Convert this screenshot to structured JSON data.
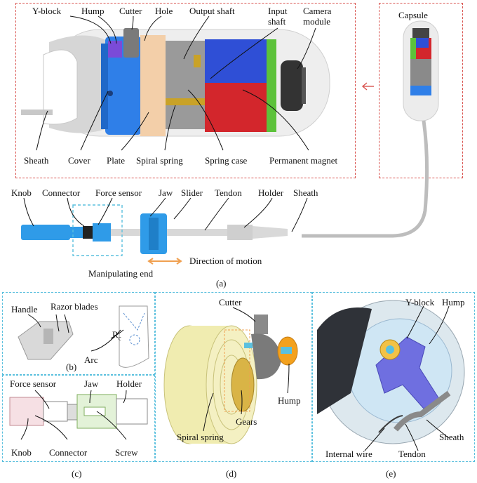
{
  "panel_a": {
    "top_labels": {
      "y_block": "Y-block",
      "hump": "Hump",
      "cutter": "Cutter",
      "hole": "Hole",
      "output_shaft": "Output shaft",
      "input_shaft_1": "Input",
      "input_shaft_2": "shaft",
      "camera_1": "Camera",
      "camera_2": "module",
      "capsule": "Capsule"
    },
    "bottom_labels": {
      "sheath": "Sheath",
      "cover": "Cover",
      "plate": "Plate",
      "spiral_spring": "Spiral spring",
      "spring_case": "Spring case",
      "permanent_magnet": "Permanent magnet"
    },
    "handle_labels": {
      "knob": "Knob",
      "connector": "Connector",
      "force_sensor": "Force sensor",
      "jaw": "Jaw",
      "slider": "Slider",
      "tendon": "Tendon",
      "holder": "Holder",
      "sheath": "Sheath",
      "manipulating_end": "Manipulating end",
      "direction": "Direction of motion"
    },
    "caption": "(a)"
  },
  "panel_b": {
    "handle": "Handle",
    "razor_blades": "Razor blades",
    "rc": "R",
    "rc_sub": "c",
    "arc": "Arc",
    "caption": "(b)"
  },
  "panel_c": {
    "force_sensor": "Force sensor",
    "jaw": "Jaw",
    "holder": "Holder",
    "knob": "Knob",
    "connector": "Connector",
    "screw": "Screw",
    "caption": "(c)"
  },
  "panel_d": {
    "cutter": "Cutter",
    "hump": "Hump",
    "gears": "Gears",
    "spiral_spring": "Spiral spring",
    "caption": "(d)"
  },
  "panel_e": {
    "y_block": "Y-block",
    "hump": "Hump",
    "sheath": "Sheath",
    "internal_wire": "Internal wire",
    "tendon": "Tendon",
    "caption": "(e)"
  },
  "colors": {
    "red_dash": "#d9534f",
    "blue_dash": "#5bc0de",
    "cover_blue": "#2f7fe8",
    "magnet_red": "#d3262c",
    "magnet_blue": "#2f4fd6",
    "green_ring": "#5cc23a",
    "spring_yellow": "#f0ecb0",
    "gear_gold": "#d9b446",
    "hump_orange": "#f3a11e",
    "yblock_purple": "#6f6fe0",
    "plate_peach": "#f3cfa9",
    "handle_blue": "#2f9be8"
  }
}
